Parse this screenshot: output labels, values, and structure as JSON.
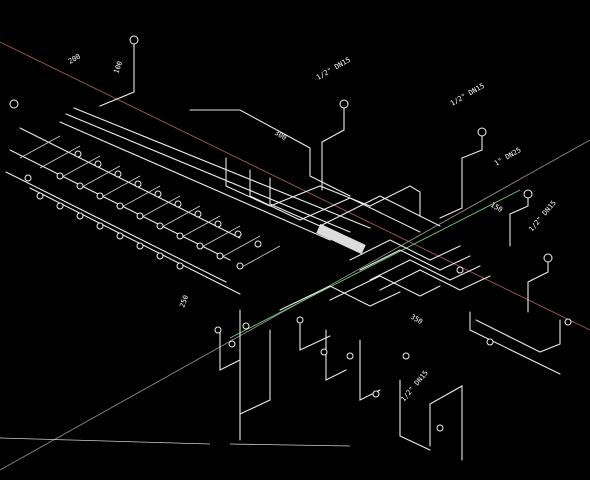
{
  "drawing": {
    "colors": {
      "background": "#000000",
      "pipe": "#e9e9e9",
      "axis_red": "#a4585b",
      "axis_green": "#74c878",
      "axis_grey": "#8c8c8c"
    },
    "labels": {
      "size_half_dn15_upper": "1/2\" DN15",
      "size_half_dn15_right": "1/2\" DN15",
      "size_half_dn15_far_right": "1/2\" DN15",
      "size_one_dn25": "1\" DN25",
      "size_half_dn15_bottom": "1/2\" DN15",
      "len_200": "200",
      "len_300": "300",
      "len_150": "150",
      "len_250": "250",
      "len_350": "350",
      "len_100": "100"
    }
  }
}
